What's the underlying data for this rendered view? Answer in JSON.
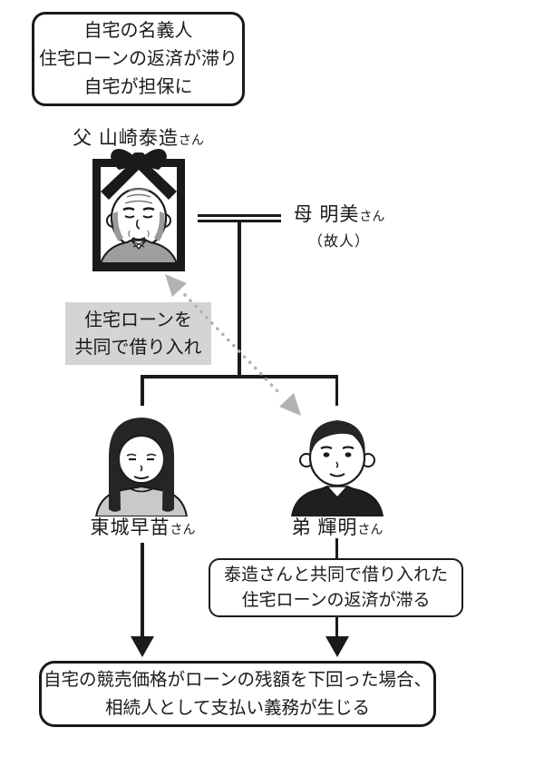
{
  "colors": {
    "ink": "#1a1a1a",
    "note-gray-bg": "#d4d4d4",
    "arrow-gray": "#b2b2b2",
    "hair": "#252525",
    "hair-elder": "#9a9a9a",
    "sweater-father": "#9e9e9e",
    "sweater-daughter": "#c9c9c9",
    "shirt-son": "#1f1f1f",
    "wrinkle": "#777777"
  },
  "top_note": {
    "line1": "自宅の名義人",
    "line2": "住宅ローンの返済が滞り",
    "line3": "自宅が担保に"
  },
  "father": {
    "name": "父 山崎泰造",
    "honorific": "さん"
  },
  "mother": {
    "name": "母 明美",
    "honorific": "さん",
    "status": "（故人）"
  },
  "loan_note": {
    "line1": "住宅ローンを",
    "line2": "共同で借り入れ"
  },
  "daughter": {
    "name": "東城早苗",
    "honorific": "さん"
  },
  "son": {
    "name": "弟 輝明",
    "honorific": "さん"
  },
  "son_note": {
    "line1": "泰造さんと共同で借り入れた",
    "line2": "住宅ローンの返済が滞る"
  },
  "result_note": {
    "line1": "自宅の競売価格がローンの残額を下回った場合、",
    "line2": "相続人として支払い義務が生じる"
  }
}
